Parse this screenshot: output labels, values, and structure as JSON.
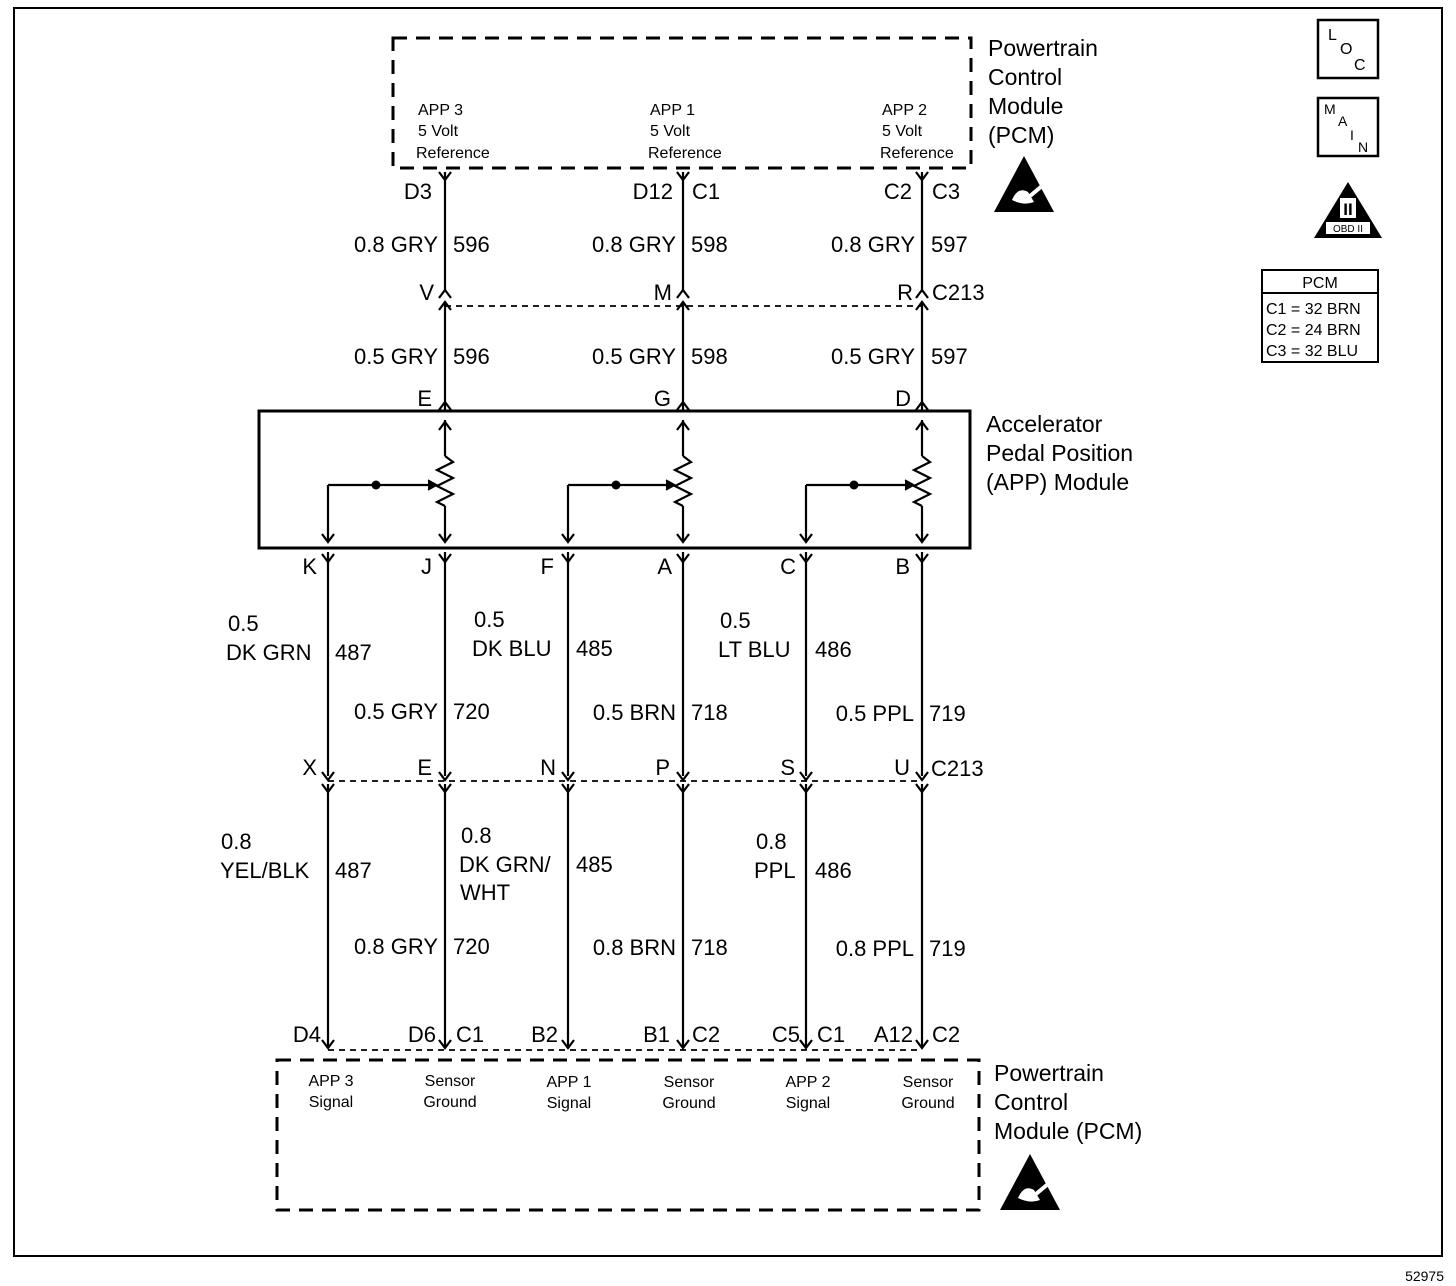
{
  "pcm_top": {
    "title": [
      "Powertrain",
      "Control",
      "Module",
      "(PCM)"
    ],
    "circuits": [
      {
        "name": [
          "APP 3",
          "5 Volt",
          "Reference"
        ],
        "pin": "D3",
        "conn": ""
      },
      {
        "name": [
          "APP 1",
          "5 Volt",
          "Reference"
        ],
        "pin": "D12",
        "conn": "C1"
      },
      {
        "name": [
          "APP 2",
          "5 Volt",
          "Reference"
        ],
        "pin": "C2",
        "conn": "C3"
      }
    ]
  },
  "upper_wires": [
    {
      "size": "0.8 GRY",
      "circuit": "596"
    },
    {
      "size": "0.8 GRY",
      "circuit": "598"
    },
    {
      "size": "0.8 GRY",
      "circuit": "597"
    }
  ],
  "c213_upper": {
    "pins": [
      "V",
      "M",
      "R"
    ],
    "connector": "C213"
  },
  "mid_wires": [
    {
      "size": "0.5 GRY",
      "circuit": "596"
    },
    {
      "size": "0.5 GRY",
      "circuit": "598"
    },
    {
      "size": "0.5 GRY",
      "circuit": "597"
    }
  ],
  "app_module": {
    "title": [
      "Accelerator",
      "Pedal Position",
      "(APP) Module"
    ],
    "top_pins": [
      "E",
      "G",
      "D"
    ],
    "bottom_pins": [
      "K",
      "J",
      "F",
      "A",
      "C",
      "B"
    ]
  },
  "lower_signal_wires": [
    {
      "size": [
        "0.5",
        "DK GRN"
      ],
      "circuit": "487"
    },
    {
      "size": [
        "0.5",
        "DK BLU"
      ],
      "circuit": "485"
    },
    {
      "size": [
        "0.5",
        "LT BLU"
      ],
      "circuit": "486"
    }
  ],
  "lower_ground_wires": [
    {
      "size": "0.5 GRY",
      "circuit": "720"
    },
    {
      "size": "0.5 BRN",
      "circuit": "718"
    },
    {
      "size": "0.5 PPL",
      "circuit": "719"
    }
  ],
  "c213_lower": {
    "pins": [
      "X",
      "E",
      "N",
      "P",
      "S",
      "U"
    ],
    "connector": "C213"
  },
  "bottom_signal_wires": [
    {
      "size": [
        "0.8",
        "YEL/BLK"
      ],
      "circuit": "487"
    },
    {
      "size": [
        "0.8",
        "DK GRN/",
        "WHT"
      ],
      "circuit": "485"
    },
    {
      "size": [
        "0.8",
        "PPL"
      ],
      "circuit": "486"
    }
  ],
  "bottom_ground_wires": [
    {
      "size": "0.8 GRY",
      "circuit": "720"
    },
    {
      "size": "0.8 BRN",
      "circuit": "718"
    },
    {
      "size": "0.8 PPL",
      "circuit": "719"
    }
  ],
  "pcm_bottom": {
    "title": [
      "Powertrain",
      "Control",
      "Module (PCM)"
    ],
    "pins": [
      {
        "pin": "D4",
        "conn": ""
      },
      {
        "pin": "D6",
        "conn": "C1"
      },
      {
        "pin": "B2",
        "conn": ""
      },
      {
        "pin": "B1",
        "conn": "C2"
      },
      {
        "pin": "C5",
        "conn": "C1"
      },
      {
        "pin": "A12",
        "conn": "C2"
      }
    ],
    "circuits": [
      [
        "APP 3",
        "Signal"
      ],
      [
        "Sensor",
        "Ground"
      ],
      [
        "APP 1",
        "Signal"
      ],
      [
        "Sensor",
        "Ground"
      ],
      [
        "APP 2",
        "Signal"
      ],
      [
        "Sensor",
        "Ground"
      ]
    ]
  },
  "icons": {
    "loc": {
      "l": "L",
      "o": "O",
      "c": "C"
    },
    "main": {
      "m": "M",
      "a": "A",
      "i": "I",
      "n": "N"
    },
    "obd": {
      "num": "II",
      "label": "OBD II"
    }
  },
  "pcm_legend": {
    "title": "PCM",
    "rows": [
      "C1 = 32 BRN",
      "C2 = 24 BRN",
      "C3 = 32 BLU"
    ]
  },
  "figure_number": "52975"
}
